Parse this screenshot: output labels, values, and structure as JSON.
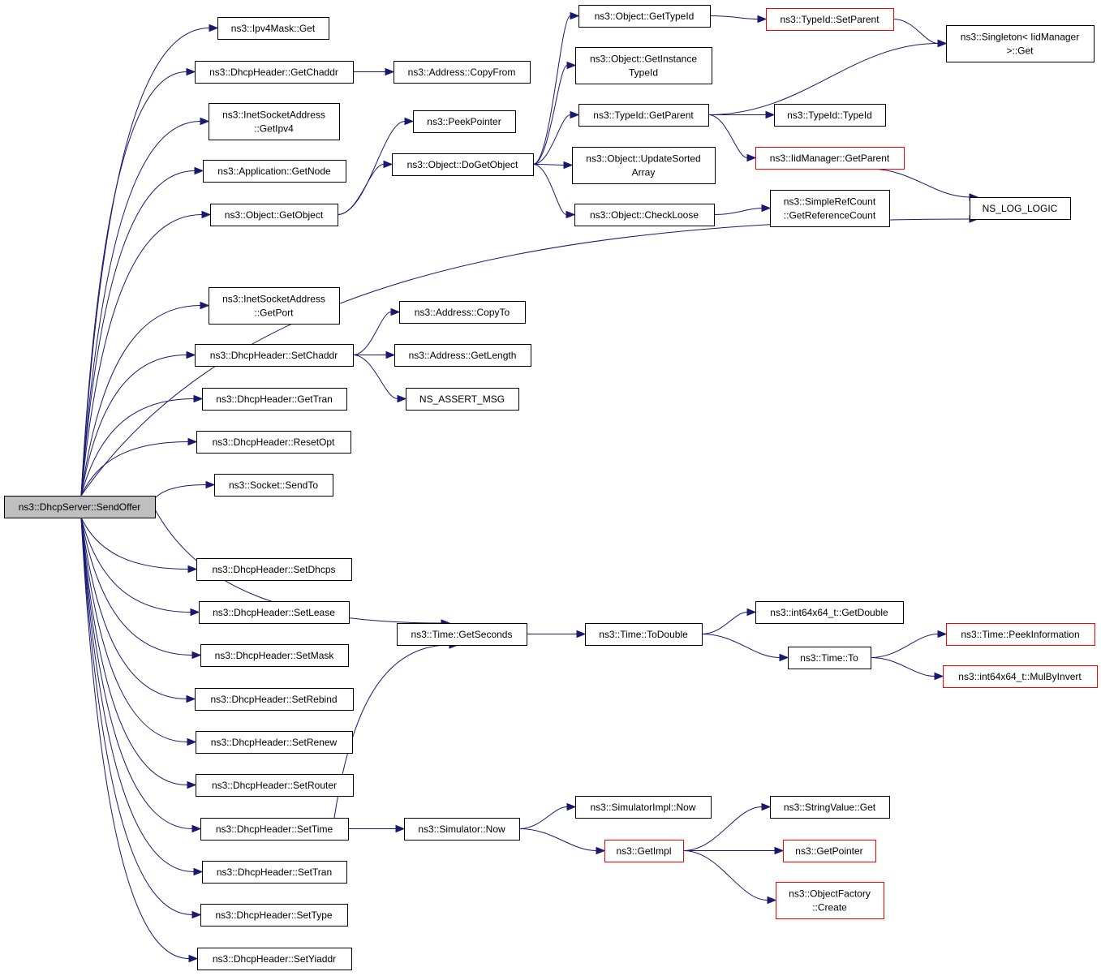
{
  "nodes": [
    {
      "id": "root",
      "lines": [
        "ns3::DhcpServer::SendOffer"
      ],
      "style": "root"
    },
    {
      "id": "ipv4mask_get",
      "lines": [
        "ns3::Ipv4Mask::Get"
      ],
      "style": "normal"
    },
    {
      "id": "dhcp_getchaddr",
      "lines": [
        "ns3::DhcpHeader::GetChaddr"
      ],
      "style": "normal"
    },
    {
      "id": "address_copyfrom",
      "lines": [
        "ns3::Address::CopyFrom"
      ],
      "style": "normal"
    },
    {
      "id": "inet_getipv4",
      "lines": [
        "ns3::InetSocketAddress",
        "::GetIpv4"
      ],
      "style": "normal"
    },
    {
      "id": "app_getnode",
      "lines": [
        "ns3::Application::GetNode"
      ],
      "style": "normal"
    },
    {
      "id": "object_getobject",
      "lines": [
        "ns3::Object::GetObject"
      ],
      "style": "normal"
    },
    {
      "id": "peekpointer",
      "lines": [
        "ns3::PeekPointer"
      ],
      "style": "normal"
    },
    {
      "id": "object_dogetobject",
      "lines": [
        "ns3::Object::DoGetObject"
      ],
      "style": "normal"
    },
    {
      "id": "object_gettypeid",
      "lines": [
        "ns3::Object::GetTypeId"
      ],
      "style": "normal"
    },
    {
      "id": "object_getinstancetypeid",
      "lines": [
        "ns3::Object::GetInstance",
        "TypeId"
      ],
      "style": "normal"
    },
    {
      "id": "typeid_getparent",
      "lines": [
        "ns3::TypeId::GetParent"
      ],
      "style": "normal"
    },
    {
      "id": "object_updatesortedarray",
      "lines": [
        "ns3::Object::UpdateSorted",
        "Array"
      ],
      "style": "normal"
    },
    {
      "id": "object_checkloose",
      "lines": [
        "ns3::Object::CheckLoose"
      ],
      "style": "normal"
    },
    {
      "id": "typeid_setparent",
      "lines": [
        "ns3::TypeId::SetParent"
      ],
      "style": "red"
    },
    {
      "id": "singleton_get",
      "lines": [
        "ns3::Singleton< IidManager",
        ">::Get"
      ],
      "style": "normal"
    },
    {
      "id": "typeid_typeid",
      "lines": [
        "ns3::TypeId::TypeId"
      ],
      "style": "normal"
    },
    {
      "id": "iidmanager_getparent",
      "lines": [
        "ns3::IidManager::GetParent"
      ],
      "style": "red"
    },
    {
      "id": "simplerefcount",
      "lines": [
        "ns3::SimpleRefCount",
        "::GetReferenceCount"
      ],
      "style": "normal"
    },
    {
      "id": "ns_log_logic",
      "lines": [
        "NS_LOG_LOGIC"
      ],
      "style": "normal"
    },
    {
      "id": "inet_getport",
      "lines": [
        "ns3::InetSocketAddress",
        "::GetPort"
      ],
      "style": "normal"
    },
    {
      "id": "dhcp_setchaddr",
      "lines": [
        "ns3::DhcpHeader::SetChaddr"
      ],
      "style": "normal"
    },
    {
      "id": "address_copyto",
      "lines": [
        "ns3::Address::CopyTo"
      ],
      "style": "normal"
    },
    {
      "id": "address_getlength",
      "lines": [
        "ns3::Address::GetLength"
      ],
      "style": "normal"
    },
    {
      "id": "ns_assert_msg",
      "lines": [
        "NS_ASSERT_MSG"
      ],
      "style": "normal"
    },
    {
      "id": "dhcp_gettran",
      "lines": [
        "ns3::DhcpHeader::GetTran"
      ],
      "style": "normal"
    },
    {
      "id": "dhcp_resetopt",
      "lines": [
        "ns3::DhcpHeader::ResetOpt"
      ],
      "style": "normal"
    },
    {
      "id": "socket_sendto",
      "lines": [
        "ns3::Socket::SendTo"
      ],
      "style": "normal"
    },
    {
      "id": "dhcp_setdhcps",
      "lines": [
        "ns3::DhcpHeader::SetDhcps"
      ],
      "style": "normal"
    },
    {
      "id": "dhcp_setlease",
      "lines": [
        "ns3::DhcpHeader::SetLease"
      ],
      "style": "normal"
    },
    {
      "id": "dhcp_setmask",
      "lines": [
        "ns3::DhcpHeader::SetMask"
      ],
      "style": "normal"
    },
    {
      "id": "dhcp_setrebind",
      "lines": [
        "ns3::DhcpHeader::SetRebind"
      ],
      "style": "normal"
    },
    {
      "id": "dhcp_setrenew",
      "lines": [
        "ns3::DhcpHeader::SetRenew"
      ],
      "style": "normal"
    },
    {
      "id": "dhcp_setrouter",
      "lines": [
        "ns3::DhcpHeader::SetRouter"
      ],
      "style": "normal"
    },
    {
      "id": "dhcp_settime",
      "lines": [
        "ns3::DhcpHeader::SetTime"
      ],
      "style": "normal"
    },
    {
      "id": "dhcp_settran",
      "lines": [
        "ns3::DhcpHeader::SetTran"
      ],
      "style": "normal"
    },
    {
      "id": "dhcp_settype",
      "lines": [
        "ns3::DhcpHeader::SetType"
      ],
      "style": "normal"
    },
    {
      "id": "dhcp_setyiaddr",
      "lines": [
        "ns3::DhcpHeader::SetYiaddr"
      ],
      "style": "normal"
    },
    {
      "id": "time_getseconds",
      "lines": [
        "ns3::Time::GetSeconds"
      ],
      "style": "normal"
    },
    {
      "id": "time_todouble",
      "lines": [
        "ns3::Time::ToDouble"
      ],
      "style": "normal"
    },
    {
      "id": "int64_getdouble",
      "lines": [
        "ns3::int64x64_t::GetDouble"
      ],
      "style": "normal"
    },
    {
      "id": "time_to",
      "lines": [
        "ns3::Time::To"
      ],
      "style": "normal"
    },
    {
      "id": "time_peekinformation",
      "lines": [
        "ns3::Time::PeekInformation"
      ],
      "style": "red"
    },
    {
      "id": "int64_mulbyinvert",
      "lines": [
        "ns3::int64x64_t::MulByInvert"
      ],
      "style": "red"
    },
    {
      "id": "simulator_now",
      "lines": [
        "ns3::Simulator::Now"
      ],
      "style": "normal"
    },
    {
      "id": "simulatorimpl_now",
      "lines": [
        "ns3::SimulatorImpl::Now"
      ],
      "style": "normal"
    },
    {
      "id": "getimpl",
      "lines": [
        "ns3::GetImpl"
      ],
      "style": "red"
    },
    {
      "id": "stringvalue_get",
      "lines": [
        "ns3::StringValue::Get"
      ],
      "style": "normal"
    },
    {
      "id": "getpointer",
      "lines": [
        "ns3::GetPointer"
      ],
      "style": "red"
    },
    {
      "id": "objectfactory_create",
      "lines": [
        "ns3::ObjectFactory",
        "::Create"
      ],
      "style": "red"
    }
  ],
  "edges": [
    [
      "root",
      "ipv4mask_get"
    ],
    [
      "root",
      "dhcp_getchaddr"
    ],
    [
      "root",
      "inet_getipv4"
    ],
    [
      "root",
      "app_getnode"
    ],
    [
      "root",
      "object_getobject"
    ],
    [
      "root",
      "ns_log_logic"
    ],
    [
      "root",
      "inet_getport"
    ],
    [
      "root",
      "dhcp_setchaddr"
    ],
    [
      "root",
      "dhcp_gettran"
    ],
    [
      "root",
      "dhcp_resetopt"
    ],
    [
      "root",
      "socket_sendto"
    ],
    [
      "root",
      "time_getseconds"
    ],
    [
      "root",
      "dhcp_setdhcps"
    ],
    [
      "root",
      "dhcp_setlease"
    ],
    [
      "root",
      "dhcp_setmask"
    ],
    [
      "root",
      "dhcp_setrebind"
    ],
    [
      "root",
      "dhcp_setrenew"
    ],
    [
      "root",
      "dhcp_setrouter"
    ],
    [
      "root",
      "dhcp_settime"
    ],
    [
      "root",
      "dhcp_settran"
    ],
    [
      "root",
      "dhcp_settype"
    ],
    [
      "root",
      "dhcp_setyiaddr"
    ],
    [
      "dhcp_getchaddr",
      "address_copyfrom"
    ],
    [
      "object_getobject",
      "peekpointer"
    ],
    [
      "object_getobject",
      "object_dogetobject"
    ],
    [
      "object_dogetobject",
      "object_gettypeid"
    ],
    [
      "object_dogetobject",
      "object_getinstancetypeid"
    ],
    [
      "object_dogetobject",
      "typeid_getparent"
    ],
    [
      "object_dogetobject",
      "object_updatesortedarray"
    ],
    [
      "object_dogetobject",
      "object_checkloose"
    ],
    [
      "object_gettypeid",
      "typeid_setparent"
    ],
    [
      "typeid_setparent",
      "singleton_get"
    ],
    [
      "typeid_getparent",
      "singleton_get"
    ],
    [
      "typeid_getparent",
      "typeid_typeid"
    ],
    [
      "typeid_getparent",
      "iidmanager_getparent"
    ],
    [
      "iidmanager_getparent",
      "ns_log_logic"
    ],
    [
      "object_checkloose",
      "simplerefcount"
    ],
    [
      "dhcp_setchaddr",
      "address_copyto"
    ],
    [
      "dhcp_setchaddr",
      "address_getlength"
    ],
    [
      "dhcp_setchaddr",
      "ns_assert_msg"
    ],
    [
      "dhcp_settime",
      "time_getseconds"
    ],
    [
      "dhcp_settime",
      "simulator_now"
    ],
    [
      "time_getseconds",
      "time_todouble"
    ],
    [
      "time_todouble",
      "int64_getdouble"
    ],
    [
      "time_todouble",
      "time_to"
    ],
    [
      "time_to",
      "time_peekinformation"
    ],
    [
      "time_to",
      "int64_mulbyinvert"
    ],
    [
      "simulator_now",
      "simulatorimpl_now"
    ],
    [
      "simulator_now",
      "getimpl"
    ],
    [
      "getimpl",
      "stringvalue_get"
    ],
    [
      "getimpl",
      "getpointer"
    ],
    [
      "getimpl",
      "objectfactory_create"
    ]
  ]
}
